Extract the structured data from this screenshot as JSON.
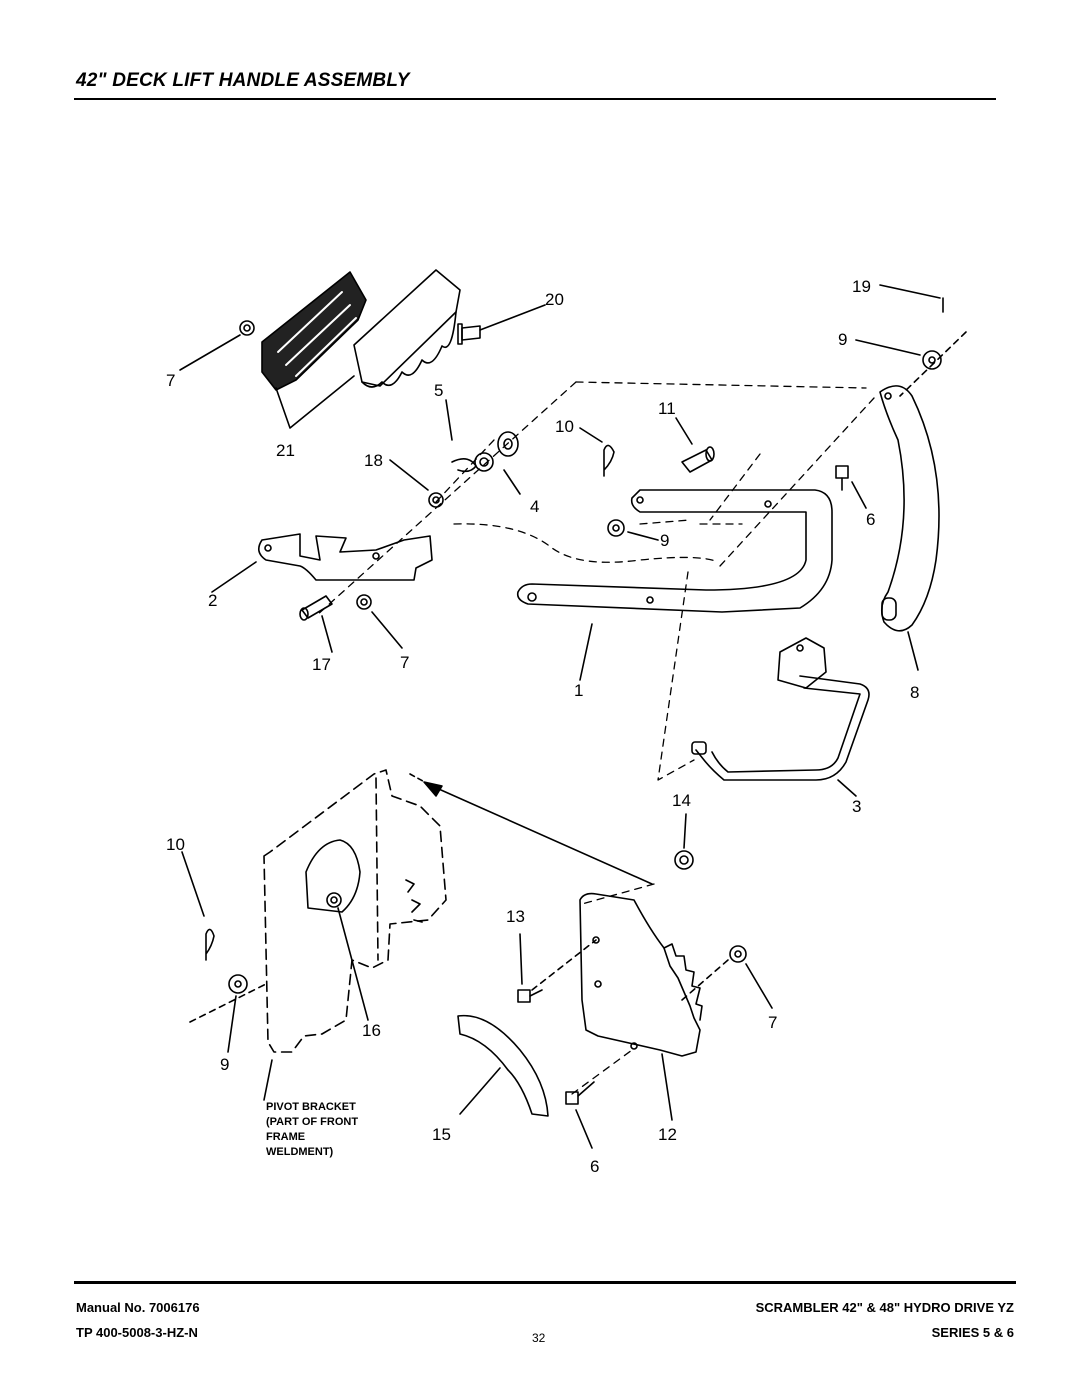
{
  "page": {
    "title": "42\" DECK LIFT HANDLE ASSEMBLY"
  },
  "callouts": {
    "c19": "19",
    "c20": "20",
    "c9a": "9",
    "c7a": "7",
    "c21": "21",
    "c5": "5",
    "c11": "11",
    "c10a": "10",
    "c18": "18",
    "c4": "4",
    "c6a": "6",
    "c9b": "9",
    "c2": "2",
    "c17": "17",
    "c7b": "7",
    "c1": "1",
    "c8": "8",
    "c14": "14",
    "c3": "3",
    "c10b": "10",
    "c13": "13",
    "c7c": "7",
    "c16": "16",
    "c9c": "9",
    "c15": "15",
    "c12": "12",
    "c6b": "6"
  },
  "note": {
    "line1": "PIVOT BRACKET",
    "line2": "(PART OF FRONT",
    "line3": "FRAME",
    "line4": "WELDMENT)"
  },
  "footer": {
    "manual": "Manual No.  7006176",
    "tp": "TP 400-5008-3-HZ-N",
    "page_number": "32",
    "model": "SCRAMBLER 42\" & 48\" HYDRO DRIVE YZ",
    "series": "SERIES 5 & 6"
  }
}
